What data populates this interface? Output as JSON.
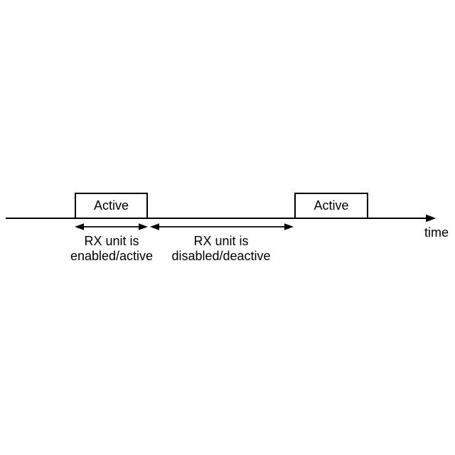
{
  "diagram": {
    "type": "timing-diagram",
    "background_color": "#ffffff",
    "line_color": "#000000",
    "box_fill_color": "#ffffff",
    "timeline": {
      "axis_label": "time"
    },
    "active_boxes": [
      {
        "label": "Active"
      },
      {
        "label": "Active"
      }
    ],
    "intervals": [
      {
        "label_line1": "RX unit is",
        "label_line2": "enabled/active"
      },
      {
        "label_line1": "RX unit is",
        "label_line2": "disabled/deactive"
      }
    ]
  }
}
